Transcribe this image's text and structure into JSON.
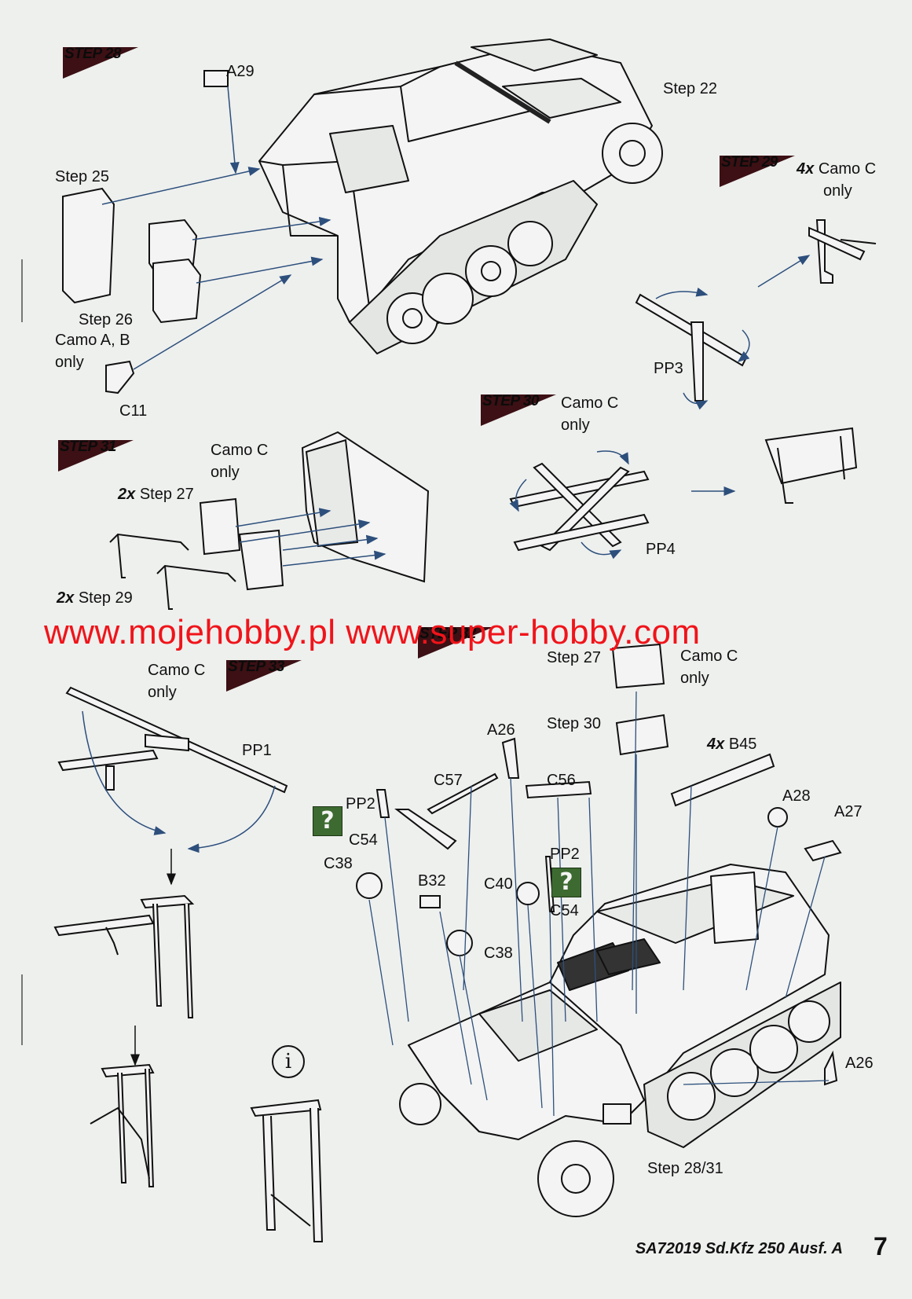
{
  "steps": {
    "s28": {
      "badge": "STEP 28",
      "labels": {
        "a29": "A29",
        "step22": "Step 22",
        "step25": "Step 25",
        "step26": "Step 26",
        "camo_ab": "Camo A, B",
        "only": "only",
        "c11": "C11"
      }
    },
    "s29": {
      "badge": "STEP 29",
      "qty": "4x",
      "camo": "Camo C",
      "only": "only",
      "pp3": "PP3"
    },
    "s30": {
      "badge": "STEP 30",
      "camo": "Camo C",
      "only": "only",
      "pp4": "PP4"
    },
    "s31": {
      "badge": "STEP 31",
      "camo": "Camo C",
      "only": "only",
      "qty_a": "2x",
      "step27": "Step 27",
      "qty_b": "2x",
      "step29": "Step 29"
    },
    "s32": {
      "badge": "STEP 32",
      "step27": "Step 27",
      "camo": "Camo C",
      "only": "only",
      "step30": "Step 30",
      "a26_top": "A26",
      "qty": "4x",
      "b45": "B45",
      "c57": "C57",
      "c56": "C56",
      "a28": "A28",
      "a27": "A27",
      "pp2_left": "PP2",
      "c54_left": "C54",
      "c38_left": "C38",
      "b32": "B32",
      "c40": "C40",
      "pp2_right": "PP2",
      "c54_right": "C54",
      "c38_mid": "C38",
      "a26_right": "A26",
      "step28_31": "Step 28/31"
    },
    "s33": {
      "badge": "STEP 33",
      "camo": "Camo C",
      "only": "only",
      "pp1": "PP1"
    }
  },
  "watermark": "www.mojehobby.pl www.super-hobby.com",
  "question_mark": "?",
  "info_icon": "i",
  "footer": "SA72019 Sd.Kfz 250 Ausf. A",
  "page_number": "7",
  "colors": {
    "ink": "#111111",
    "badge": "#3c1014",
    "watermark": "#f0141a",
    "accent_arrow": "#2d4f7c",
    "question_bg": "#3d6a30"
  }
}
